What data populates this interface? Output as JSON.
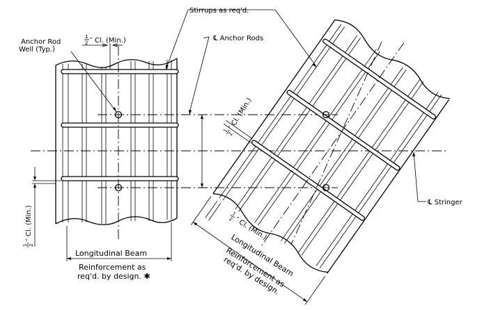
{
  "labels": {
    "stirrups": "Stirrups as req'd.",
    "anchor_rods": "℄ Anchor Rods",
    "anchor_rod_well_1": "Anchor Rod",
    "anchor_rod_well_2": "Well (Typ.)",
    "half": "1/2",
    "half_num": "1",
    "half_den": "2",
    "clr_top": "″ Cl. (Min.)",
    "clr_side": "″ Cl. (Min.)",
    "clr_diag_top": "″ Cl. (Min.)",
    "clr_diag_bottom": "″ Cl. (Min.)",
    "stringer": "℄ Stringer",
    "long_beam_1": "Longitudinal Beam",
    "long_beam_2": "Reinforcement as",
    "long_beam_3": "req'd. by design. ✱",
    "diag_beam_1": "Longitudinal Beam",
    "diag_beam_2": "Reinforcement as",
    "diag_beam_3": "req'd. by design."
  }
}
